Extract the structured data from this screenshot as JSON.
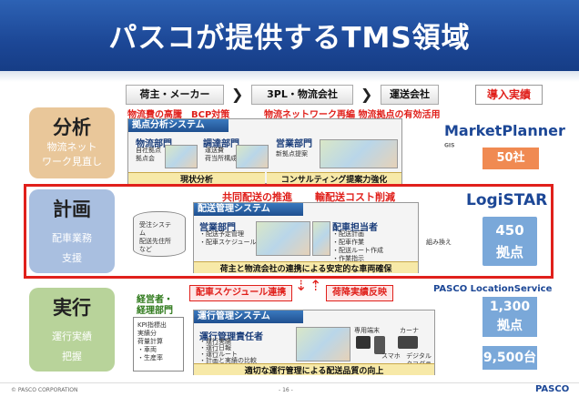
{
  "title": "パスコが提供するTMS領域",
  "header": {
    "shipper": "荷主・メーカー",
    "threepl": "3PL・物流会社",
    "carrier": "運送会社",
    "track_record": "導入実績"
  },
  "rows": {
    "analysis": {
      "title": "分析",
      "sub1": "物流ネット",
      "sub2": "ワーク見直し"
    },
    "planning": {
      "title": "計画",
      "sub1": "配車業務",
      "sub2": "支援"
    },
    "execution": {
      "title": "実行",
      "sub1": "運行実績",
      "sub2": "把握"
    }
  },
  "analysis": {
    "red_left": "物流費の高騰　BCP対策",
    "red_right": "物流ネットワーク再編 物流拠点の有効活用",
    "system": "拠点分析システム",
    "dept_logistics": "物流部門",
    "dept_procurement": "調達部門",
    "dept_sales": "営業部門",
    "note1": "自社拠点",
    "note2": "拠点会",
    "note3": "運送費",
    "note4": "荷当所構成",
    "note5": "新拠点提案",
    "bottom_left": "現状分析",
    "bottom_right": "コンサルティング提案力強化"
  },
  "planning": {
    "red1": "共同配送の推進",
    "red2": "輸配送コスト削減",
    "system": "配送管理システム",
    "db1": "受注システ",
    "db2": "ム",
    "db3": "配送先住所",
    "db4": "など",
    "sales": "営業部門",
    "sales_note1": "・配送予定管理",
    "sales_note2": "・配車スケジュール",
    "dispatcher": "配車担当者",
    "dispatcher_note1": "・配送計画",
    "dispatcher_note2": "・配車作業",
    "dispatcher_note3": "・配送ルート作成",
    "dispatcher_note4": "・作業指示",
    "combine": "組み換え",
    "bottom": "荷主と物流会社の連携による安定的な車両確保"
  },
  "link": {
    "left": "配車スケジュール連携",
    "right": "荷降実績反映"
  },
  "execution": {
    "mgmt_label1": "経営者・",
    "mgmt_label2": "経理部門",
    "kpi1": "KPI指標出",
    "kpi2": "実績分",
    "kpi3": "荷量計算",
    "kpi4": "・車両",
    "kpi5": "・生産率",
    "system": "運行管理システム",
    "manager": "運行管理責任者",
    "m_note1": "・運行実績",
    "m_note2": "・運行日報",
    "m_note3": "・運行ルート",
    "m_note4": "・計画と実績の比較",
    "device_dedicated": "専用端末",
    "device_navi": "カーナ",
    "device_smartphone": "スマホ",
    "device_tacho": "デジタル タコグラフ",
    "bottom": "適切な運行管理による配送品質の向上"
  },
  "products": {
    "mp_name": "MarketPlanner",
    "mp_gis": "GIS",
    "mp_count": "50社",
    "logistar": "LogiSTAR",
    "logistar_count": "450",
    "logistar_unit": "拠点",
    "pls": "PASCO LocationService",
    "pls_count": "1,300",
    "pls_unit": "拠点",
    "pls_units": "9,500台"
  },
  "footer": {
    "copyright": "© PASCO CORPORATION",
    "page": "- 16 -",
    "logo": "PASCO"
  },
  "colors": {
    "accent_red": "#e0201b",
    "title_blue": "#1c4796",
    "orange": "#f08a52"
  }
}
